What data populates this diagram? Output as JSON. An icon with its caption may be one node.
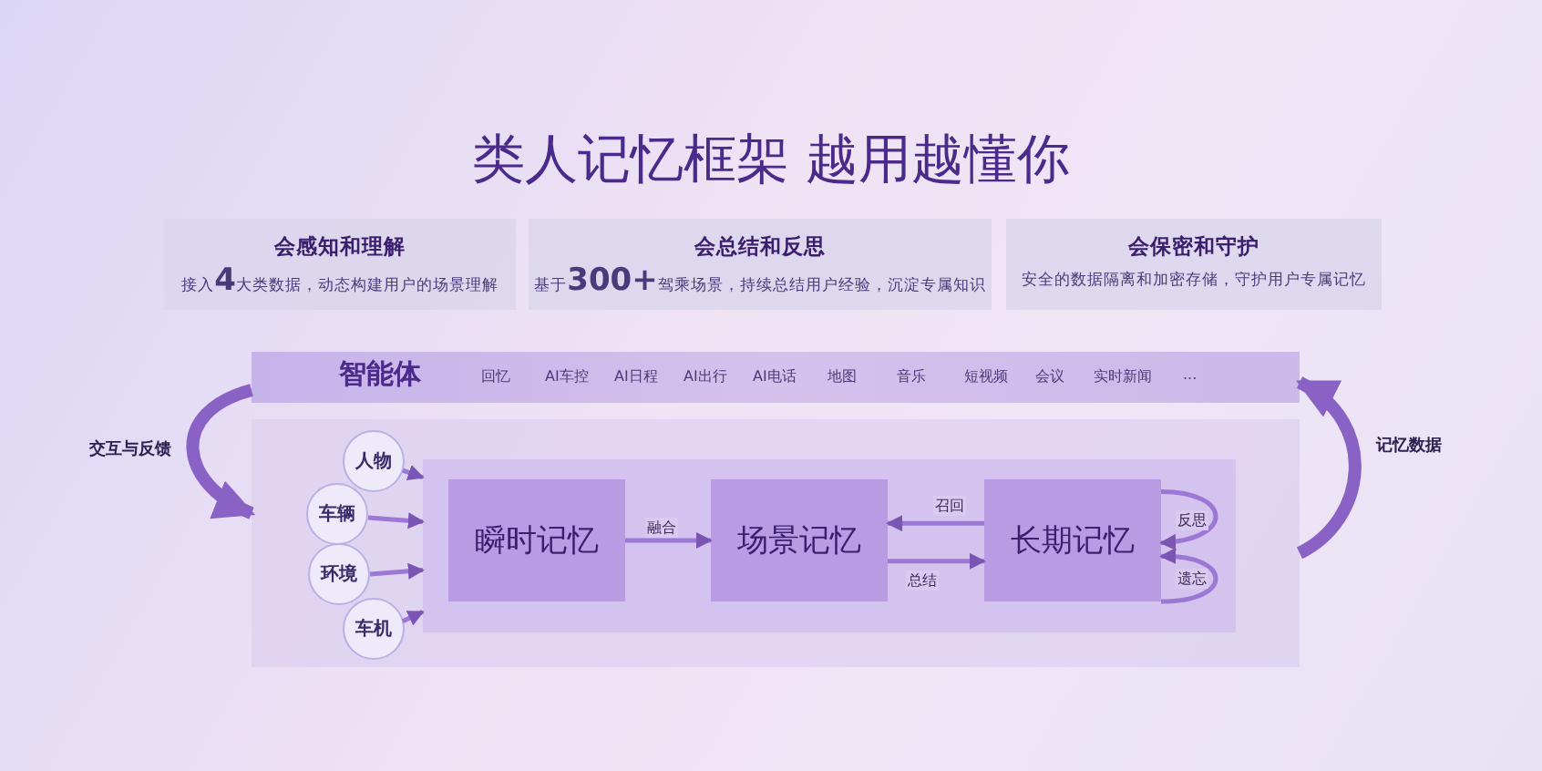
{
  "diagram": {
    "title": "类人记忆框架 越用越懂你",
    "nodes": [
      {
        "text": [
          "会感知和理解",
          "接入**4**大类数据，动态构建用户的场景理解"
        ]
      },
      {
        "text": [
          "会总结和反思",
          "基于**300+**驾乘场景，持续总结用户经验，沉淀专属知识"
        ]
      },
      {
        "text": [
          "会保密和守护",
          "安全的数据隔离和加密存储，守护用户专属记忆"
        ]
      },
      {
        "text": [
          "智能体",
          "回忆",
          "AI车控",
          "AI日程",
          "AI出行",
          "AI电话",
          "地图",
          "音乐",
          "短视频",
          "会议",
          "实时新闻",
          "..."
        ]
      },
      {
        "text": [],
        "shape": "box"
      },
      {
        "text": [],
        "shape": "box",
        "in": 4
      },
      {
        "text": [
          "人物"
        ],
        "in": 4
      },
      {
        "text": [
          "车辆"
        ],
        "in": 4
      },
      {
        "text": [
          "环境"
        ],
        "in": 4
      },
      {
        "text": [
          "车机"
        ],
        "in": 4
      },
      {
        "text": [
          "瞬时记忆"
        ],
        "in": 5
      },
      {
        "text": [
          "场景记忆"
        ],
        "in": 5
      },
      {
        "text": [
          "长期记忆"
        ],
        "in": 5
      }
    ],
    "edges": [
      {
        "from": 3,
        "to": 4,
        "arrow": "to",
        "label": "交互与反馈",
        "style": "thick"
      },
      {
        "from": 4,
        "to": 3,
        "arrow": "to",
        "label": "记忆数据",
        "style": "thick"
      },
      {
        "from": 6,
        "to": 5,
        "arrow": "to"
      },
      {
        "from": 7,
        "to": 5,
        "arrow": "to"
      },
      {
        "from": 8,
        "to": 5,
        "arrow": "to"
      },
      {
        "from": 9,
        "to": 5,
        "arrow": "to"
      },
      {
        "from": 10,
        "to": 11,
        "arrow": "to",
        "label": "融合"
      },
      {
        "from": 12,
        "to": 11,
        "arrow": "to",
        "label": "召回"
      },
      {
        "from": 11,
        "to": 12,
        "arrow": "to",
        "label": "总结"
      },
      {
        "from": 12,
        "to": 12,
        "arrow": "to",
        "label": "反思"
      },
      {
        "from": 12,
        "to": 12,
        "arrow": "to",
        "label": "遗忘"
      }
    ]
  }
}
